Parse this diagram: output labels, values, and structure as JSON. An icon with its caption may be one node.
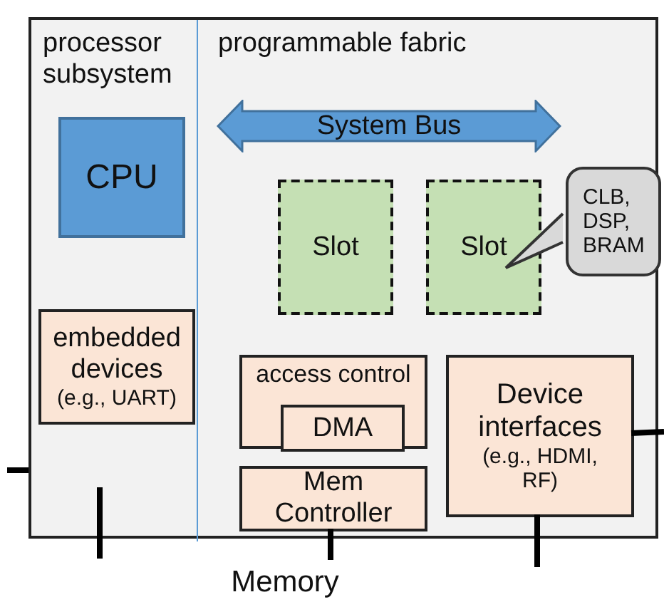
{
  "diagram": {
    "nodes": [
      {
        "text": [],
        "shape": "box"
      },
      {
        "text": [
          "processor subsystem"
        ],
        "in": 0
      },
      {
        "text": [
          "programmable fabric"
        ],
        "in": 0
      },
      {
        "text": [
          "CPU"
        ],
        "in": 1
      },
      {
        "text": [
          "System Bus"
        ],
        "in": 2
      },
      {
        "text": [
          "Slot"
        ],
        "in": 2
      },
      {
        "text": [
          "Slot"
        ],
        "in": 2
      },
      {
        "text": [
          "CLB, DSP, BRAM"
        ],
        "in": 2
      },
      {
        "text": [
          "embedded devices",
          "(e.g., UART)"
        ],
        "in": 1
      },
      {
        "text": [
          "access control"
        ],
        "in": 2
      },
      {
        "text": [
          "DMA"
        ],
        "in": 9
      },
      {
        "text": [
          "Mem Controller"
        ],
        "in": 2
      },
      {
        "text": [
          "Device interfaces",
          "(e.g., HDMI, RF)"
        ],
        "in": 2
      },
      {
        "text": [
          "Memory"
        ]
      }
    ],
    "edges": [
      {
        "from": 7,
        "to": 6,
        "arrow": "to"
      },
      {
        "from": 11,
        "to": 13,
        "arrow": "none"
      },
      {
        "from": 12,
        "to": null,
        "arrow": "none"
      },
      {
        "from": 12,
        "to": null,
        "arrow": "none"
      },
      {
        "from": 0,
        "to": null,
        "arrow": "none"
      },
      {
        "from": 0,
        "to": null,
        "arrow": "none"
      }
    ]
  }
}
